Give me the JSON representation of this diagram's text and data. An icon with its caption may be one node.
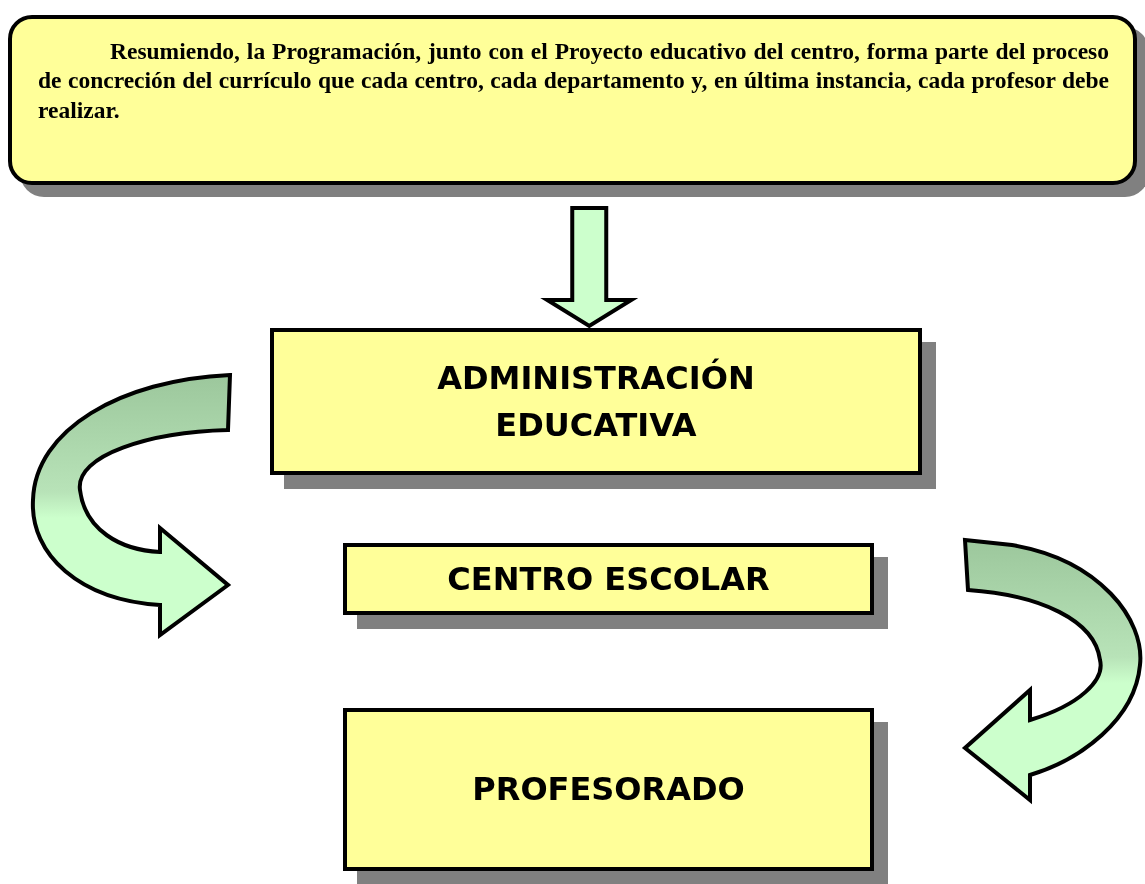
{
  "diagram": {
    "nodes": [
      {
        "text": [
          "Resumiendo, la Programación, junto con el Proyecto educativo del centro, forma parte del proceso de concreción del currículo que cada centro, cada departamento y, en última instancia, cada profesor debe realizar."
        ]
      },
      {
        "text": [
          "ADMINISTRACIÓN EDUCATIVA"
        ]
      },
      {
        "text": [
          "CENTRO ESCOLAR"
        ]
      },
      {
        "text": [
          "PROFESORADO"
        ]
      }
    ],
    "edges": [
      {
        "from": 0,
        "to": 1,
        "arrow": "to"
      },
      {
        "from": 1,
        "to": 2,
        "arrow": "to"
      },
      {
        "from": 2,
        "to": 3,
        "arrow": "to"
      }
    ]
  }
}
